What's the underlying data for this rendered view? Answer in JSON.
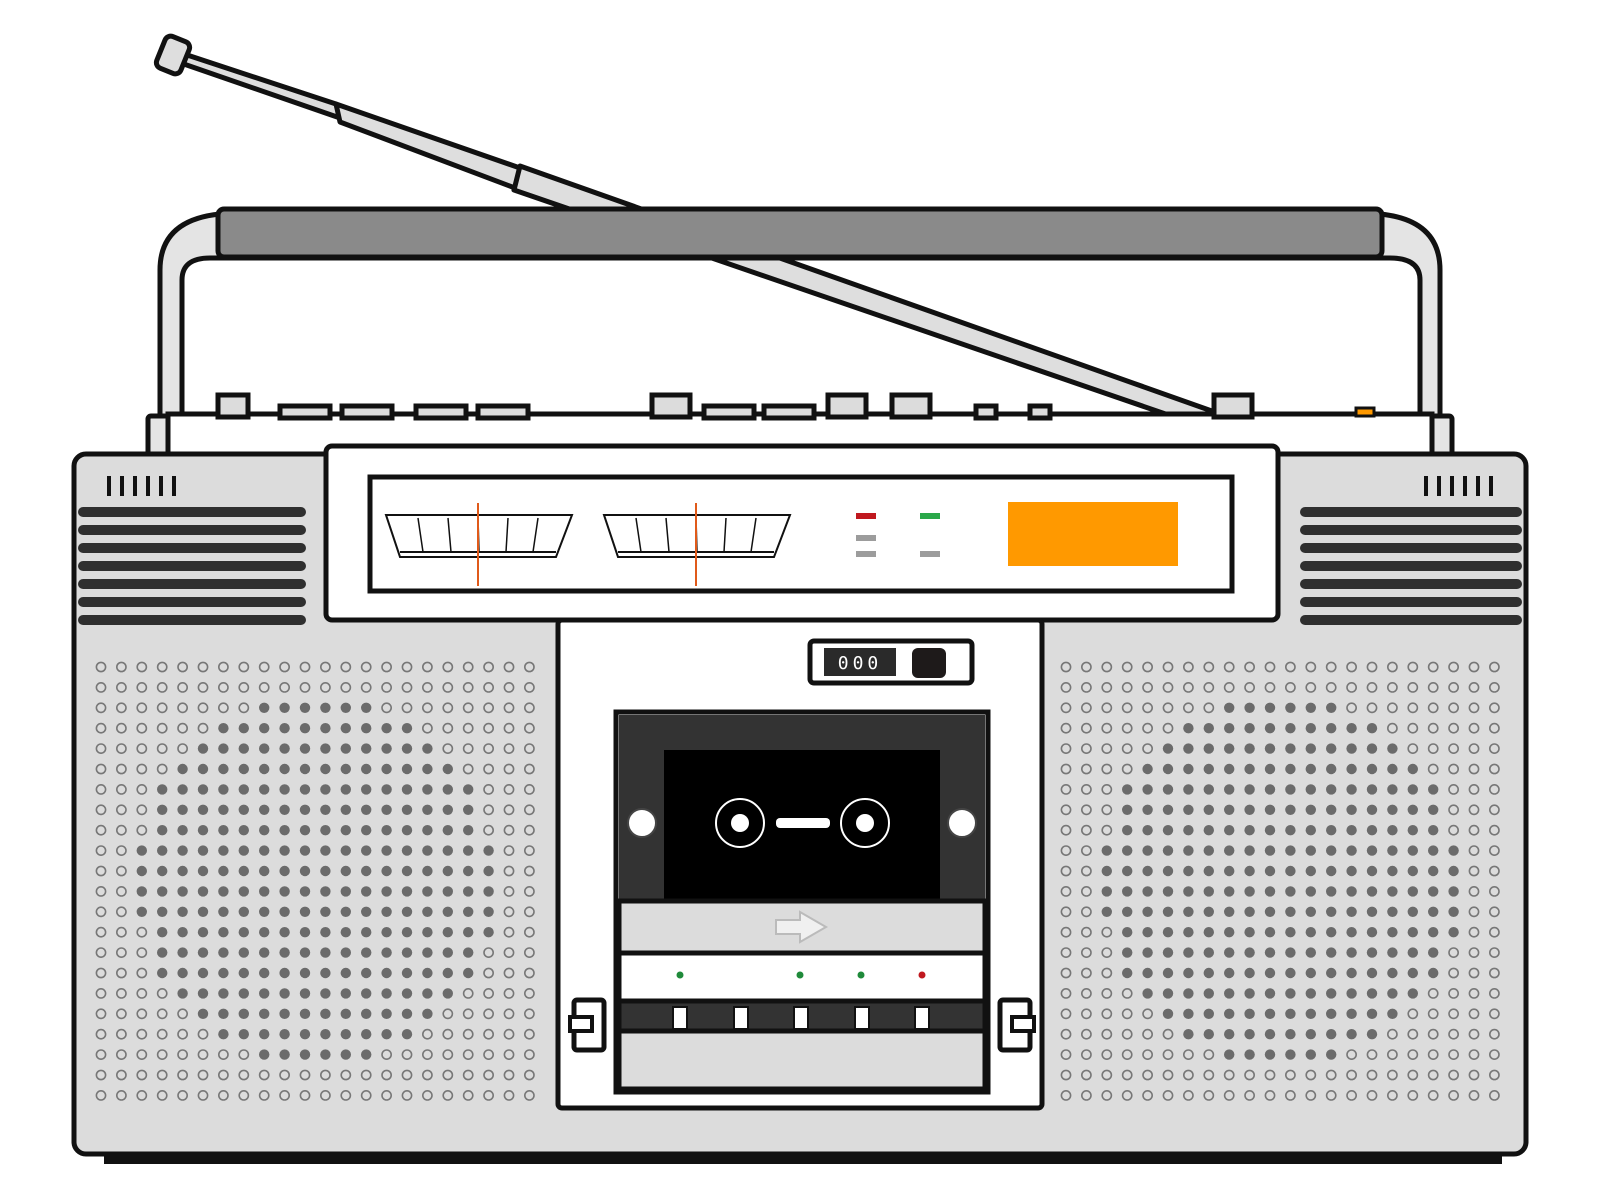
{
  "colors": {
    "outline": "#111111",
    "body": "#dcdcdc",
    "handle_bar": "#8a8a8a",
    "antenna": "#dedede",
    "panel_face": "#ffffff",
    "dark_grille": "#2f2f2f",
    "speaker_hole": "#6b6b6b",
    "display_orange": "#ff9900",
    "vu_needle": "#e05a1a",
    "led_red": "#c0181f",
    "led_green": "#2aa84a",
    "led_grey": "#9c9c9c",
    "cassette_window": "#000000",
    "cassette_bezel": "#333333"
  },
  "tape_counter": {
    "value": "000"
  },
  "icons": {
    "tape_direction": "arrow-right-icon",
    "reel": "tape-reel-icon"
  },
  "vu_meters": [
    {
      "name": "left-vu-meter"
    },
    {
      "name": "right-vu-meter"
    }
  ],
  "transport_buttons": 5,
  "indicator_dots": [
    "green",
    "green",
    "green",
    "red"
  ]
}
